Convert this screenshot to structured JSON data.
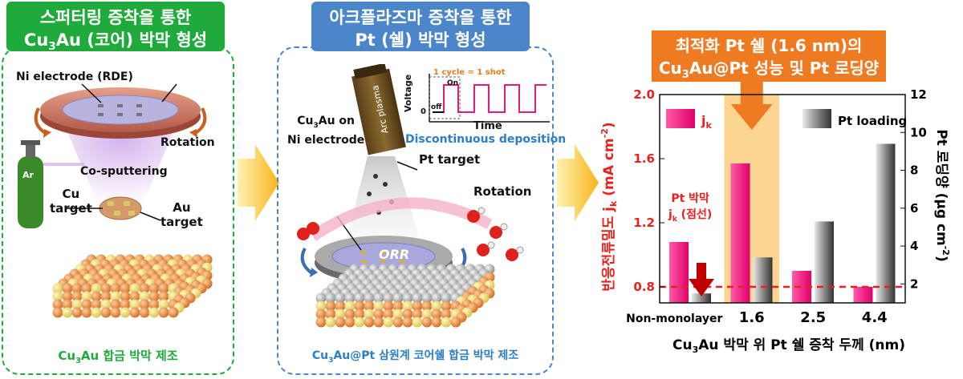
{
  "colors": {
    "green": "#1faa3c",
    "blue": "#4a86c9",
    "orange": "#ee7a22",
    "pink": "#f0147d",
    "red": "#e8211c"
  },
  "panel1": {
    "title_line1": "스퍼터링 증착을 통한",
    "title_line2_pre": "Cu",
    "title_line2_sub": "3",
    "title_line2_post": "Au (코어) 박막 형성",
    "ni_label": "Ni electrode (RDE)",
    "rotation": "Rotation",
    "cosputter": "Co-sputtering",
    "ar": "Ar",
    "cu_target": "Cu\ntarget",
    "au_target": "Au\ntarget",
    "caption_pre": "Cu",
    "caption_sub": "3",
    "caption_post": "Au 합금 박막 제조"
  },
  "panel2": {
    "title_line1": "아크플라즈마 증착을 통한",
    "title_line2": "Pt (쉘) 박막 형성",
    "arc_plasma": "Arc plasma",
    "cu3au_on": "Cu",
    "cu3au_on_sub": "3",
    "cu3au_on_post": "Au on",
    "ni_electrode": "Ni electrode",
    "pt_target": "Pt target",
    "rotation": "Rotation",
    "orr": "ORR",
    "voltage": "Voltage",
    "time": "Time",
    "cycle_note": "1 cycle = 1 shot",
    "on": "On",
    "off": "off",
    "zero": "0",
    "discontinuous": "Discontinuous  deposition",
    "caption_pre": "Cu",
    "caption_sub": "3",
    "caption_post": "Au@Pt 삼원계 코어쉘 합금 박막 제조"
  },
  "panel3": {
    "title_line1": "최적화 Pt 쉘 (1.6 nm)의",
    "title_line2_pre": "Cu",
    "title_line2_sub": "3",
    "title_line2_post": "Au@Pt 성능 및 Pt 로딩양",
    "pt_film_note1": "Pt 박막",
    "pt_film_note2_pre": "j",
    "pt_film_note2_sub": "k",
    "pt_film_note2_post": " (점선)"
  },
  "chart_data": {
    "type": "bar",
    "categories": [
      "Non-monolayer",
      "1.6",
      "2.5",
      "4.4"
    ],
    "series": [
      {
        "name": "jk",
        "axis": "left",
        "values": [
          1.08,
          1.57,
          0.9,
          0.8
        ]
      },
      {
        "name": "Pt loading",
        "axis": "right",
        "values": [
          1.5,
          3.4,
          5.3,
          9.4
        ]
      }
    ],
    "legend": [
      {
        "label_pre": "j",
        "label_sub": "k"
      },
      {
        "label": "Pt loading"
      }
    ],
    "highlight_category": "1.6",
    "reference_line_left": 0.8,
    "xlabel_pre": "Cu",
    "xlabel_sub": "3",
    "xlabel_post": "Au 박막 위 Pt 쉘 증착 두께 (nm)",
    "ylabel_left_pre": "반응전류밀도 j",
    "ylabel_left_sub": "k",
    "ylabel_left_post": " (mA cm",
    "ylabel_left_sup": "-2",
    "ylabel_left_end": ")",
    "ylabel_right_pre": "Pt 로딩양 (μg cm",
    "ylabel_right_sup": "-2",
    "ylabel_right_end": ")",
    "ylim_left": [
      0.7,
      2.0
    ],
    "ylim_right": [
      1,
      12
    ],
    "yticks_left": [
      "2.0",
      "1.6",
      "1.2",
      "0.8"
    ],
    "yticks_right": [
      "12",
      "10",
      "8",
      "6",
      "4",
      "2"
    ]
  }
}
